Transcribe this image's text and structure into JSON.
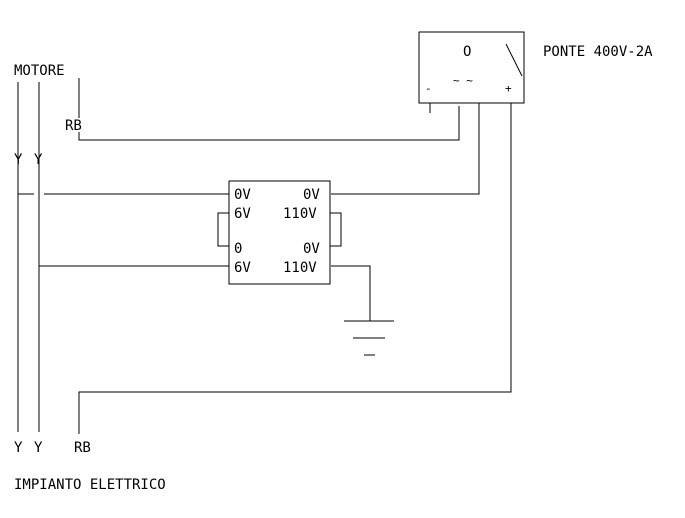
{
  "labels": {
    "motore": "MOTORE",
    "impianto": "IMPIANTO ELETTRICO",
    "ponte": "PONTE 400V-2A",
    "rb_top": "RB",
    "rb_bottom": "RB",
    "y_top_1": "Y",
    "y_top_2": "Y",
    "y_bot_1": "Y",
    "y_bot_2": "Y"
  },
  "bridge": {
    "switch_label": "O",
    "minus": "-",
    "ac": "~ ~",
    "plus": "+"
  },
  "transformer": {
    "top_left_1": "0V",
    "top_left_2": "6V",
    "top_right_1": "0V",
    "top_right_2": "110V",
    "bot_left_1": "0",
    "bot_left_2": "6V",
    "bot_right_1": "0V",
    "bot_right_2": "110V"
  },
  "ground_symbol": "earth-ground-icon"
}
